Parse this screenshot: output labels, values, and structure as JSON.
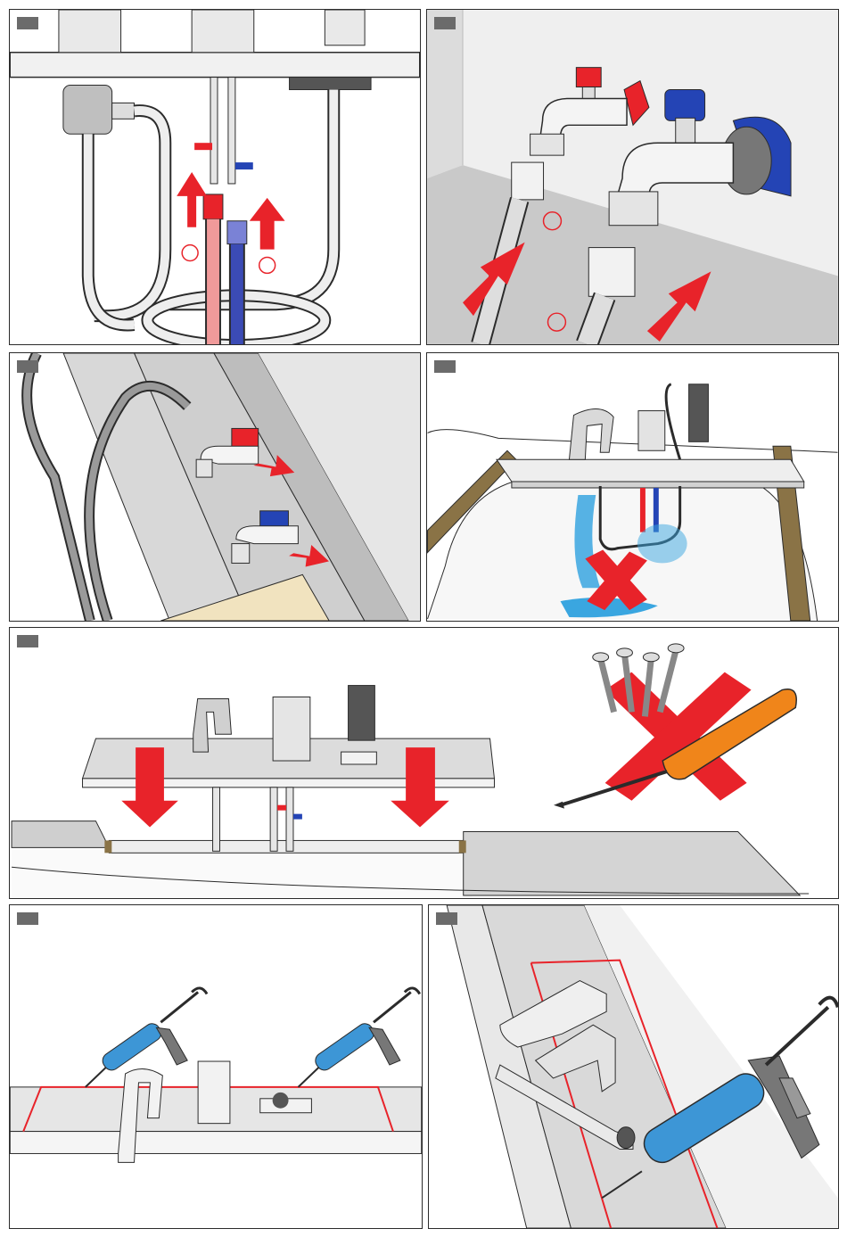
{
  "steps": [
    {
      "id": 1,
      "badge": "",
      "icons": [
        "valve-icon",
        "hot-hose-icon",
        "cold-hose-icon",
        "up-arrow-icon",
        "circle-marker-icon"
      ]
    },
    {
      "id": 2,
      "badge": "",
      "icons": [
        "hot-tap-icon",
        "cold-tap-icon",
        "hose-nut-icon",
        "up-arrow-icon",
        "circle-marker-icon"
      ]
    },
    {
      "id": 3,
      "badge": "",
      "icons": [
        "hot-tap-icon",
        "cold-tap-icon",
        "connect-arrow-icon"
      ]
    },
    {
      "id": 4,
      "badge": "",
      "icons": [
        "faucet-deck-icon",
        "water-leak-icon",
        "cross-mark-icon"
      ]
    },
    {
      "id": 5,
      "badge": "",
      "icons": [
        "faucet-deck-icon",
        "down-arrow-icon",
        "screws-icon",
        "screwdriver-icon",
        "cross-mark-icon"
      ]
    },
    {
      "id": 6,
      "badge": "",
      "icons": [
        "caulking-gun-icon",
        "sealant-line-icon"
      ]
    },
    {
      "id": 7,
      "badge": "",
      "icons": [
        "caulking-gun-icon",
        "sealant-line-icon",
        "spout-icon"
      ]
    }
  ],
  "colors": {
    "arrow": "#e8232a",
    "hot": "#e8232a",
    "cold": "#2444b5",
    "sealant_tube": "#3d96d6",
    "screwdriver_handle": "#f0851a",
    "water": "#3aa6e0",
    "outline": "#2b2b2b",
    "wood": "#8a7346",
    "panel_gray": "#d9d9d9"
  }
}
